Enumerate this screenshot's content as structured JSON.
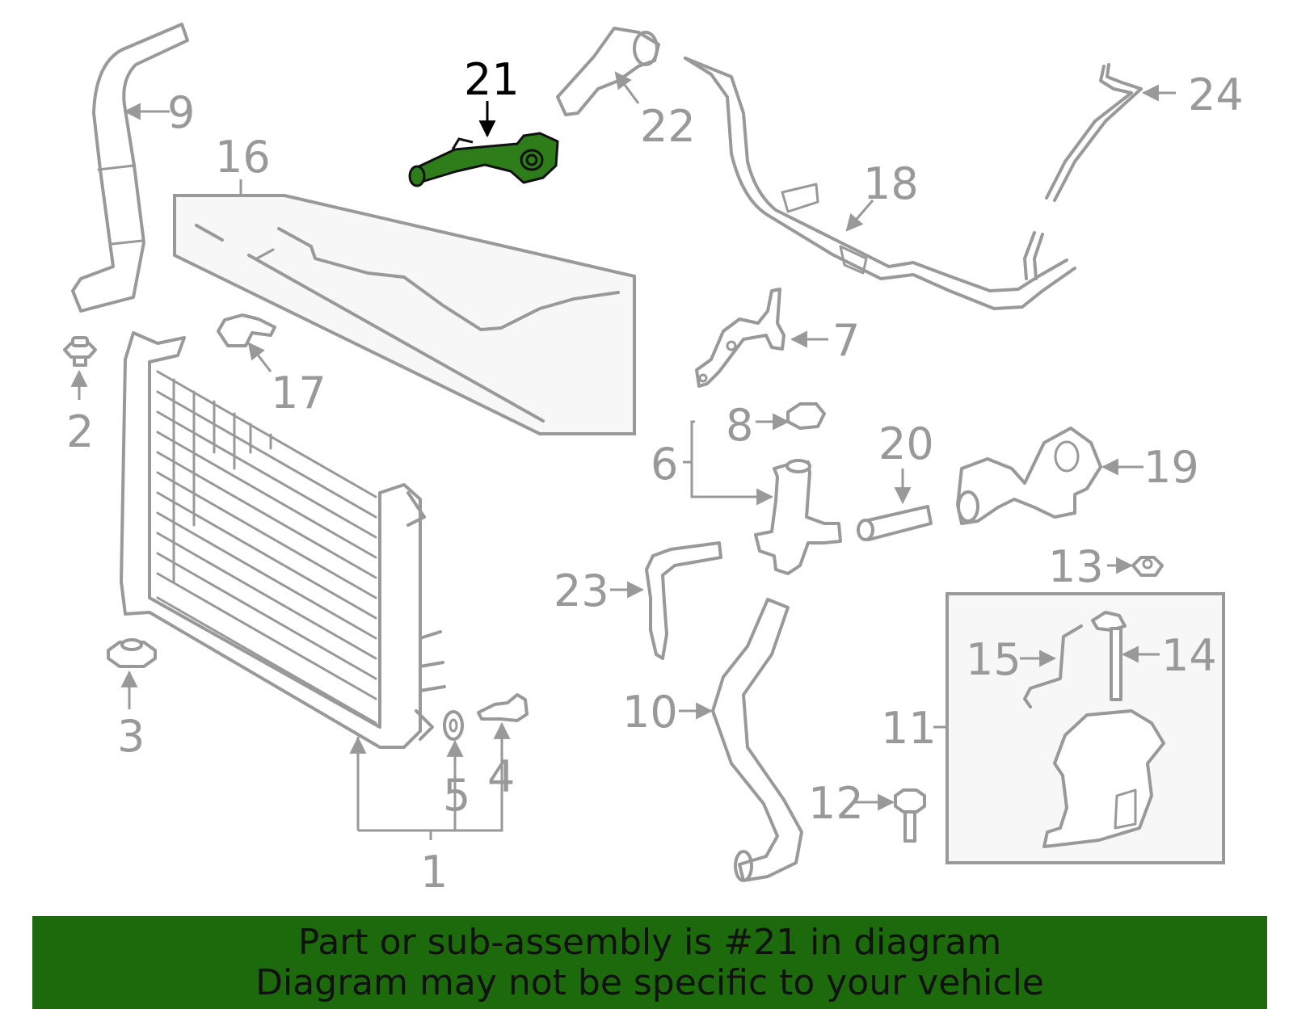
{
  "colors": {
    "line": "#999999",
    "highlight_fill": "#2e7d1a",
    "highlight_stroke": "#111111",
    "banner": "#1c6a0c",
    "box_fill": "#f7f7f7"
  },
  "highlighted_part": "21",
  "callouts": [
    {
      "id": "1"
    },
    {
      "id": "2"
    },
    {
      "id": "3"
    },
    {
      "id": "4"
    },
    {
      "id": "5"
    },
    {
      "id": "6"
    },
    {
      "id": "7"
    },
    {
      "id": "8"
    },
    {
      "id": "9"
    },
    {
      "id": "10"
    },
    {
      "id": "11"
    },
    {
      "id": "12"
    },
    {
      "id": "13"
    },
    {
      "id": "14"
    },
    {
      "id": "15"
    },
    {
      "id": "16"
    },
    {
      "id": "17"
    },
    {
      "id": "18"
    },
    {
      "id": "19"
    },
    {
      "id": "20"
    },
    {
      "id": "21"
    },
    {
      "id": "22"
    },
    {
      "id": "23"
    },
    {
      "id": "24"
    }
  ],
  "banner": {
    "line1": "Part or sub-assembly is #21 in diagram",
    "line2": "Diagram may not be specific to your vehicle"
  }
}
